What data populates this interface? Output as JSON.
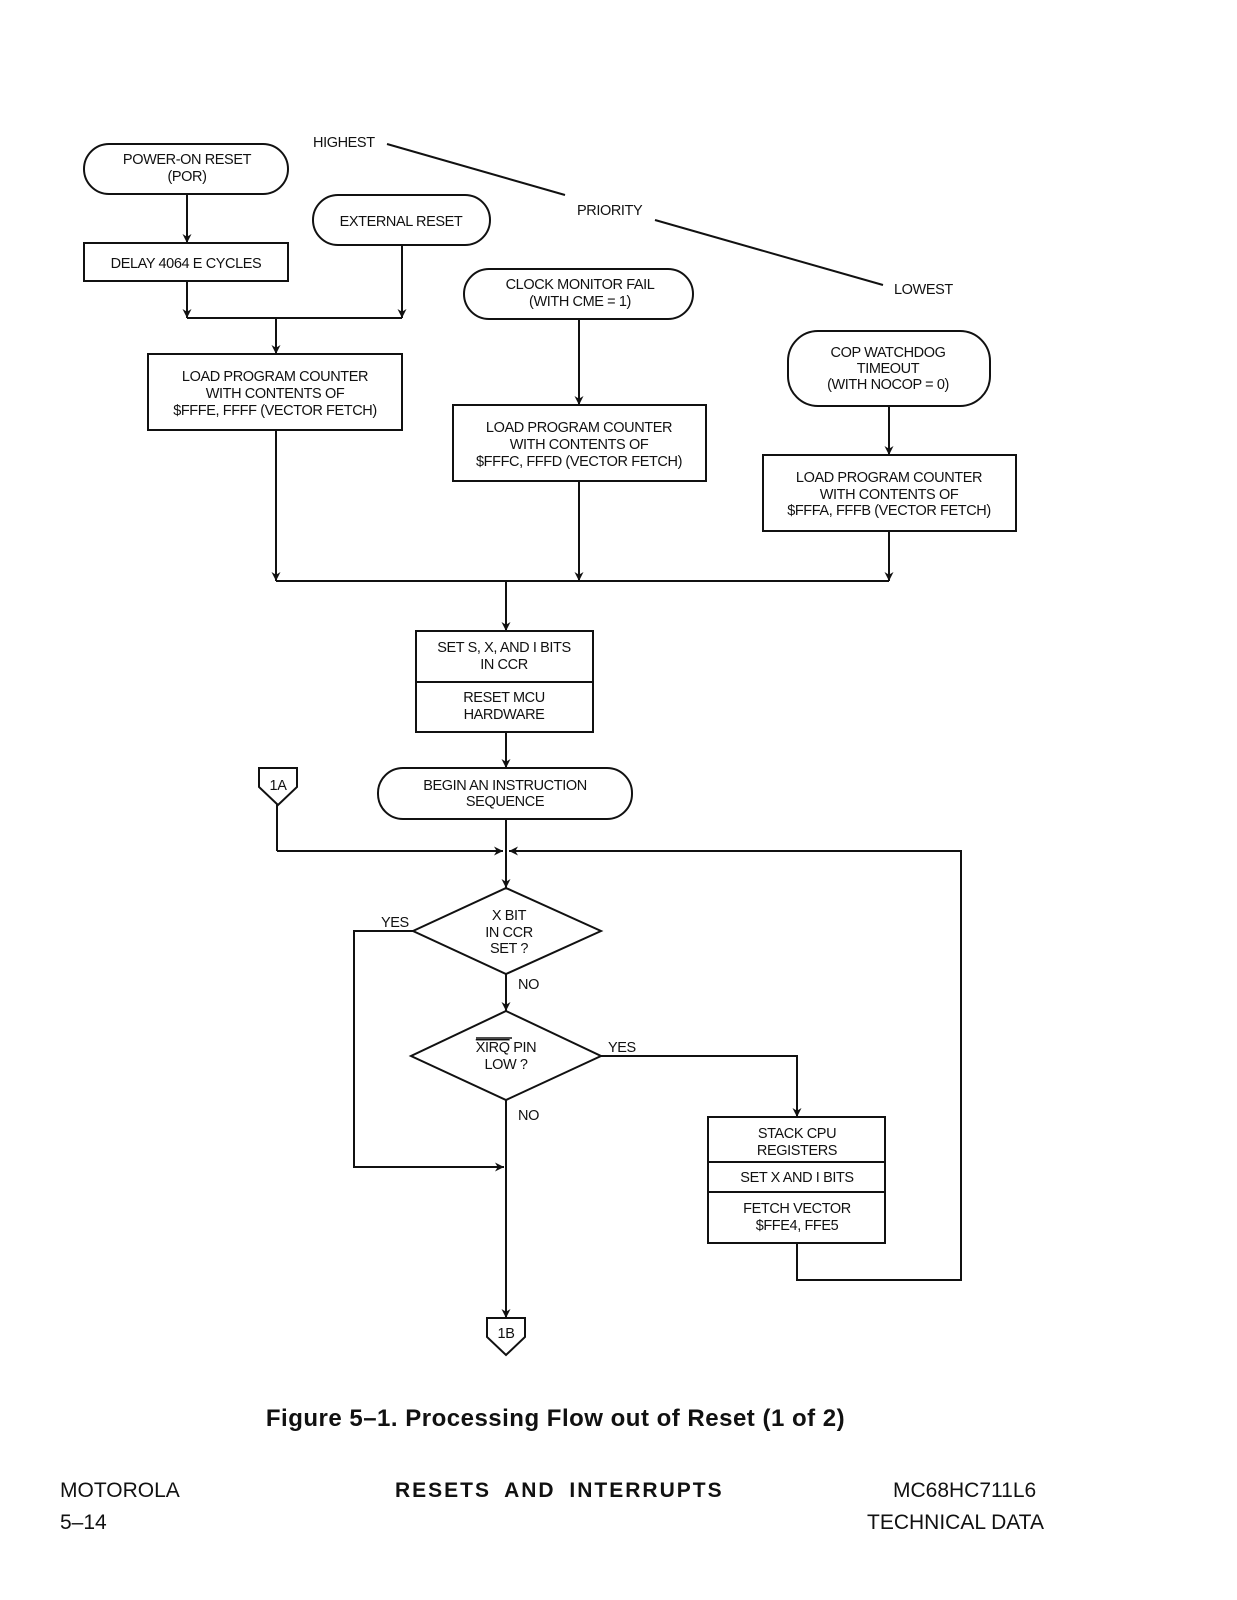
{
  "priority": {
    "highest": "HIGHEST",
    "priority": "PRIORITY",
    "lowest": "LOWEST"
  },
  "nodes": {
    "por": [
      "POWER-ON RESET",
      "(POR)"
    ],
    "delay": "DELAY 4064 E CYCLES",
    "external_reset": "EXTERNAL RESET",
    "clock_monitor": [
      "CLOCK MONITOR FAIL",
      "(WITH CME = 1)"
    ],
    "cop": [
      "COP WATCHDOG",
      "TIMEOUT",
      "(WITH NOCOP = 0)"
    ],
    "load_pc_ext": [
      "LOAD PROGRAM COUNTER",
      "WITH CONTENTS OF",
      "$FFFE, FFFF (VECTOR FETCH)"
    ],
    "load_pc_clock": [
      "LOAD PROGRAM COUNTER",
      "WITH CONTENTS OF",
      "$FFFC, FFFD (VECTOR FETCH)"
    ],
    "load_pc_cop": [
      "LOAD PROGRAM COUNTER",
      "WITH CONTENTS OF",
      "$FFFA, FFFB (VECTOR FETCH)"
    ],
    "set_bits": [
      "SET S, X, AND I BITS",
      "IN CCR"
    ],
    "reset_mcu": [
      "RESET MCU",
      "HARDWARE"
    ],
    "begin": [
      "BEGIN AN INSTRUCTION",
      "SEQUENCE"
    ],
    "connector_1a": "1A",
    "connector_1b": "1B",
    "x_bit": [
      "X BIT",
      "IN CCR",
      "SET ?"
    ],
    "xirq_overbar": "XIRQ",
    "xirq_rest": " PIN",
    "xirq_line2": "LOW ?",
    "stack_cpu": [
      "STACK CPU",
      "REGISTERS"
    ],
    "set_xi": "SET X AND I BITS",
    "fetch_vector": [
      "FETCH VECTOR",
      "$FFE4, FFE5"
    ]
  },
  "labels": {
    "yes": "YES",
    "no": "NO"
  },
  "caption": "Figure 5–1. Processing Flow out of Reset (1 of 2)",
  "footer": {
    "left_line1": "MOTOROLA",
    "left_line2": "5–14",
    "center": "RESETS AND INTERRUPTS",
    "right_line1": "MC68HC711L6",
    "right_line2": "TECHNICAL DATA"
  }
}
